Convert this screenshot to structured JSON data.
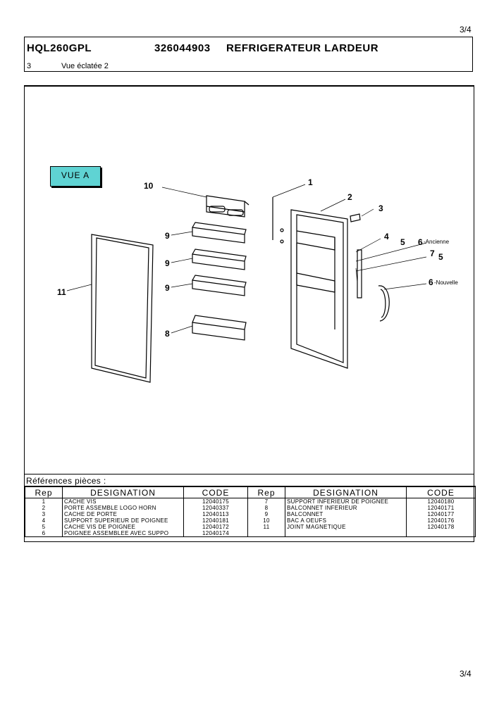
{
  "page_number_top": "3/4",
  "page_number_bottom": "3/4",
  "header": {
    "model": "HQL260GPL",
    "code": "326044903",
    "title": "REFRIGERATEUR LARDEUR",
    "section_index": "3",
    "section_title": "Vue éclatée 2"
  },
  "figure": {
    "view_label": "VUE A",
    "callouts": [
      "1",
      "2",
      "3",
      "4",
      "5",
      "6",
      "7",
      "5",
      "6",
      "8",
      "9",
      "9",
      "9",
      "10",
      "11"
    ],
    "annotation_old": "-Ancienne",
    "annotation_new": "-Nouvelle"
  },
  "references": {
    "title": "Références pièces  :",
    "headers": [
      "Rep",
      "DESIGNATION",
      "CODE",
      "Rep",
      "DESIGNATION",
      "CODE"
    ],
    "rows": [
      [
        "1",
        "CACHE VIS",
        "12040175",
        "7",
        "SUPPORT INFERIEUR DE POIGNEE",
        "12040180"
      ],
      [
        "2",
        "PORTE ASSEMBLE LOGO HORN",
        "12040337",
        "8",
        "BALCONNET INFERIEUR",
        "12040171"
      ],
      [
        "3",
        "CACHE DE PORTE",
        "12040113",
        "9",
        "BALCONNET",
        "12040177"
      ],
      [
        "4",
        "SUPPORT SUPERIEUR DE POIGNEE",
        "12040181",
        "10",
        "BAC A OEUFS",
        "12040176"
      ],
      [
        "5",
        "CACHE VIS DE POIGNEE",
        "12040172",
        "11",
        "JOINT MAGNETIQUE",
        "12040178"
      ],
      [
        "6",
        "POIGNEE ASSEMBLEE AVEC SUPPO",
        "12040174",
        "",
        "",
        ""
      ]
    ]
  }
}
